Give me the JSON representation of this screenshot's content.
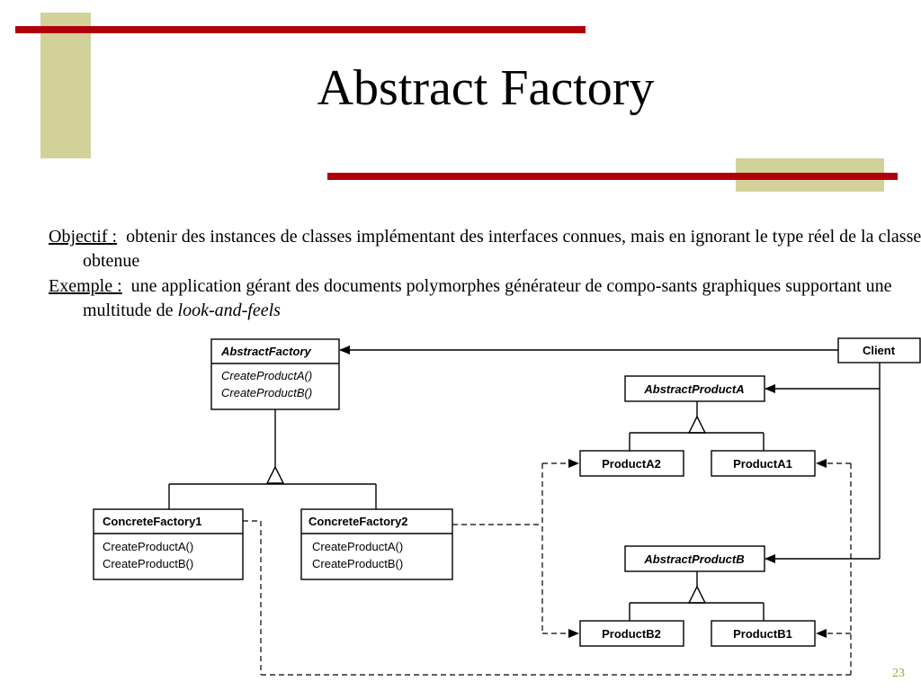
{
  "slide": {
    "title": "Abstract Factory",
    "page_number": "23"
  },
  "text": {
    "objective_label": "Objectif :",
    "objective_text": "obtenir des instances de classes implémentant des interfaces connues, mais en ignorant le type réel de la classe obtenue",
    "example_label": "Exemple :",
    "example_text": "une application gérant des documents polymorphes générateur de compo-sants graphiques supportant une multitude de ",
    "example_emphasis": "look-and-feels"
  },
  "diagram": {
    "abstract_factory": {
      "name": "AbstractFactory",
      "ops": [
        "CreateProductA()",
        "CreateProductB()"
      ]
    },
    "concrete_factory_1": {
      "name": "ConcreteFactory1",
      "ops": [
        "CreateProductA()",
        "CreateProductB()"
      ]
    },
    "concrete_factory_2": {
      "name": "ConcreteFactory2",
      "ops": [
        "CreateProductA()",
        "CreateProductB()"
      ]
    },
    "client": "Client",
    "abstract_product_a": "AbstractProductA",
    "abstract_product_b": "AbstractProductB",
    "product_a2": "ProductA2",
    "product_a1": "ProductA1",
    "product_b2": "ProductB2",
    "product_b1": "ProductB1"
  },
  "colors": {
    "red_bar": "#b0000c",
    "khaki_block": "#d2d19a"
  }
}
